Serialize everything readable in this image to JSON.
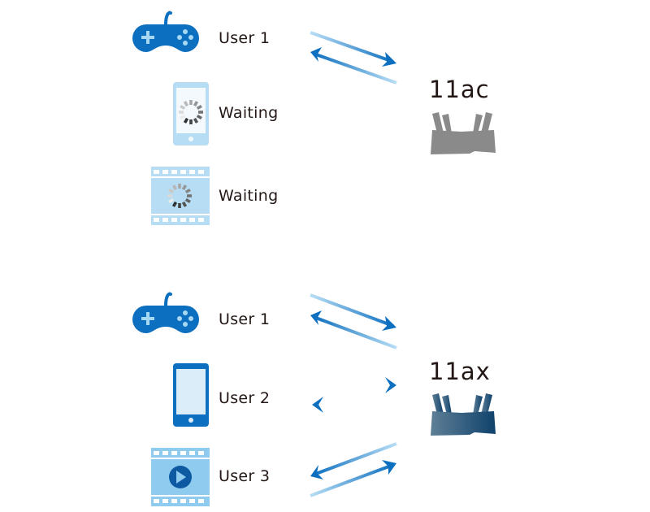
{
  "colors": {
    "primary_blue": "#0d6fbf",
    "light_blue": "#b6ddf3",
    "icon_light_blue": "#a6d8f3",
    "film_blue": "#8fcbef",
    "router_gray": "#8a8a8a",
    "router_navy": "#1d4e74",
    "text": "#231815"
  },
  "sections": [
    {
      "standard": "11ac",
      "router": "router-icon-gray",
      "users": [
        {
          "icon": "gamepad-icon",
          "label": "User 1",
          "status": "active"
        },
        {
          "icon": "smartphone-icon",
          "label": "Waiting",
          "status": "waiting"
        },
        {
          "icon": "video-film-icon",
          "label": "Waiting",
          "status": "waiting"
        }
      ]
    },
    {
      "standard": "11ax",
      "router": "router-icon-navy",
      "users": [
        {
          "icon": "gamepad-icon",
          "label": "User 1",
          "status": "active"
        },
        {
          "icon": "smartphone-icon",
          "label": "User 2",
          "status": "active"
        },
        {
          "icon": "video-film-icon",
          "label": "User 3",
          "status": "active"
        }
      ]
    }
  ]
}
